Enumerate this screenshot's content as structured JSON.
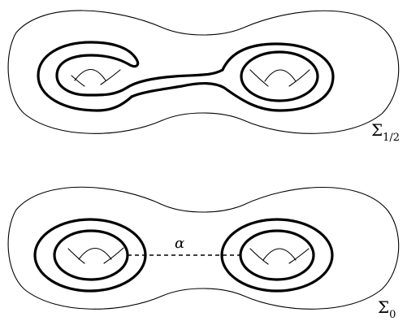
{
  "labels": {
    "top_surface": {
      "symbol": "Σ",
      "subscript": "1/2"
    },
    "bottom_surface": {
      "symbol": "Σ",
      "subscript": "0"
    },
    "curve": "α"
  },
  "icons": [
    "genus-two-surface",
    "handle-hole",
    "thick-curve",
    "dashed-arc"
  ]
}
